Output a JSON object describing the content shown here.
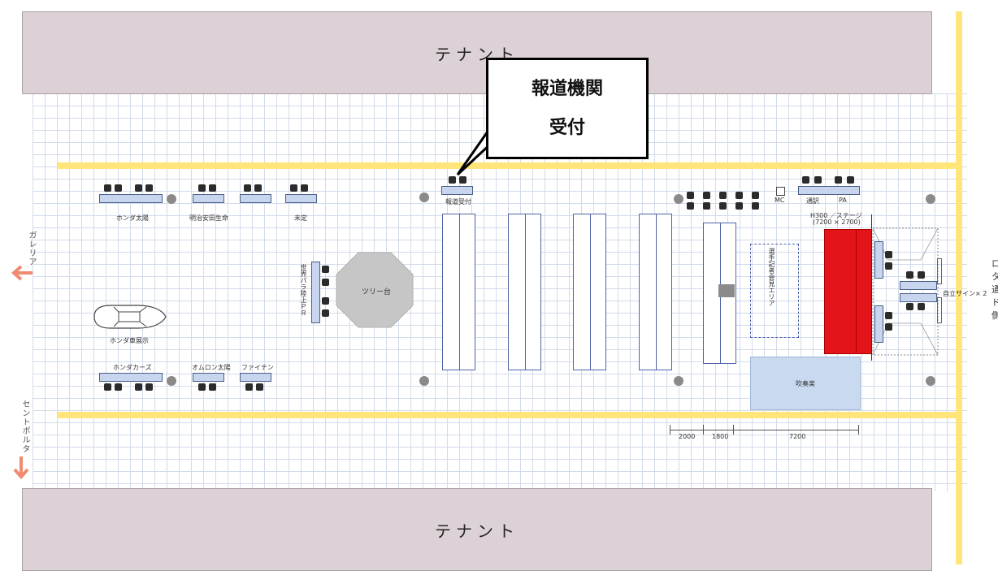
{
  "tenant_top": "テナント",
  "tenant_bottom": "テナント",
  "callout": {
    "line1": "報道機関",
    "line2": "受付"
  },
  "left_side": {
    "galleria": "ガレリア",
    "sentporta": "セントポルタ"
  },
  "booths": {
    "honda_solar": "ホンダ太陽",
    "meiji": "明治安田生命",
    "undecided": "未定",
    "press": "報道受付",
    "honda_car": "ホンダ車展示",
    "honda_cars": "ホンダカーズ",
    "omron": "オムロン太陽",
    "phiten": "ファイテン",
    "sekai_para": "世界パラ陸上ＰＲ",
    "tree": "ツリー台",
    "mc": "MC",
    "tsuyaku": "通訳",
    "pa": "PA",
    "stage": "H300 ／ステージ",
    "stage_size": "(7200 × 2700)",
    "press_area": "選手記者会見エリア",
    "brass": "吹奏楽",
    "sign": "自立サイン× 2"
  },
  "dimensions": [
    "2000",
    "1800",
    "7200"
  ],
  "right_edge_chars": [
    "ロ",
    "タ",
    "通",
    "ド",
    "側"
  ],
  "colors": {
    "yellow": "#ffe57a",
    "tenant": "#dcd1d6",
    "arrow": "#f08a70",
    "stage": "#e3151b",
    "brass": "#c9daf0"
  }
}
